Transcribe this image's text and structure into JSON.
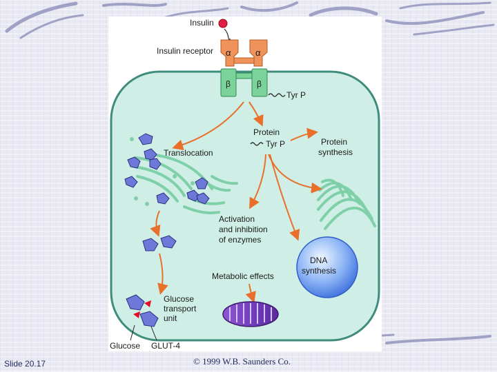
{
  "slide": {
    "number_label": "Slide 20.17",
    "copyright": "© 1999 W.B. Saunders Co."
  },
  "diagram": {
    "insulin": "Insulin",
    "insulin_receptor": "Insulin receptor",
    "alpha": "α",
    "beta": "β",
    "tyr_p": "Tyr P",
    "protein": "Protein",
    "protein_tyr_p": "Tyr P",
    "translocation": "Translocation",
    "protein_synthesis_1": "Protein",
    "protein_synthesis_2": "synthesis",
    "activation_1": "Activation",
    "activation_2": "and inhibition",
    "activation_3": "of enzymes",
    "dna_1": "DNA",
    "dna_2": "synthesis",
    "metabolic": "Metabolic effects",
    "glut_unit_1": "Glucose",
    "glut_unit_2": "transport",
    "glut_unit_3": "unit",
    "glucose": "Glucose",
    "glut4": "GLUT-4"
  },
  "colors": {
    "cytoplasm": "#cfeee6",
    "membrane": "#3f8b7c",
    "arrow": "#e8702a",
    "receptor_alpha": "#f0935a",
    "receptor_beta": "#7cd39a",
    "glut": "#6e78d8",
    "nucleus": "#4f86e8",
    "mitochondrion": "#7a3fc0",
    "glucose_marker": "#e0102a",
    "insulin_ball": "#e0204a"
  }
}
